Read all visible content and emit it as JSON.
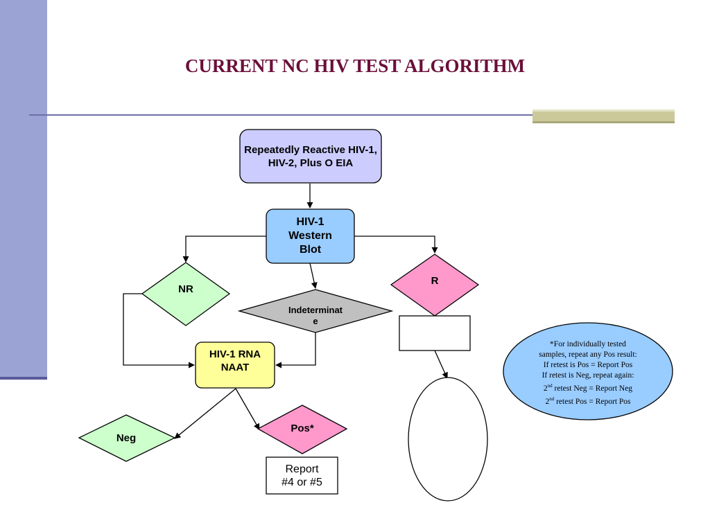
{
  "title": "CURRENT NC HIV TEST ALGORITHM",
  "nodes": {
    "eia": "Repeatedly Reactive HIV-1, HIV-2, Plus O EIA",
    "western_blot": {
      "line1": "HIV-1",
      "line2": "Western",
      "line3": "Blot"
    },
    "nr": "NR",
    "r": "R",
    "indeterminate": {
      "line1": "Indeterminat",
      "line2": "e"
    },
    "naat": {
      "line1": "HIV-1 RNA",
      "line2": "NAAT"
    },
    "neg": "Neg",
    "pos": "Pos*",
    "report": {
      "line1": "Report",
      "line2": "#4 or #5"
    }
  },
  "note": {
    "line1": "*For individually tested",
    "line2": "samples, repeat any Pos result:",
    "line3": "If retest is Pos = Report Pos",
    "line4": "If retest is Neg, repeat again:",
    "line5_pre": "2",
    "line5_sup": "nd",
    "line5_post": " retest Neg = Report Neg",
    "line6_pre": "2",
    "line6_sup": "nd",
    "line6_post": " retest Pos = Report Pos"
  },
  "colors": {
    "eia_fill": "#ccccff",
    "western_blot_fill": "#99ccff",
    "nr_fill": "#ccffcc",
    "neg_fill": "#ccffcc",
    "r_fill": "#ff99cc",
    "pos_fill": "#ff99cc",
    "indeterminate_fill": "#c0c0c0",
    "naat_fill": "#ffff99",
    "note_fill": "#99ccff",
    "title": "#6b0f3a"
  }
}
